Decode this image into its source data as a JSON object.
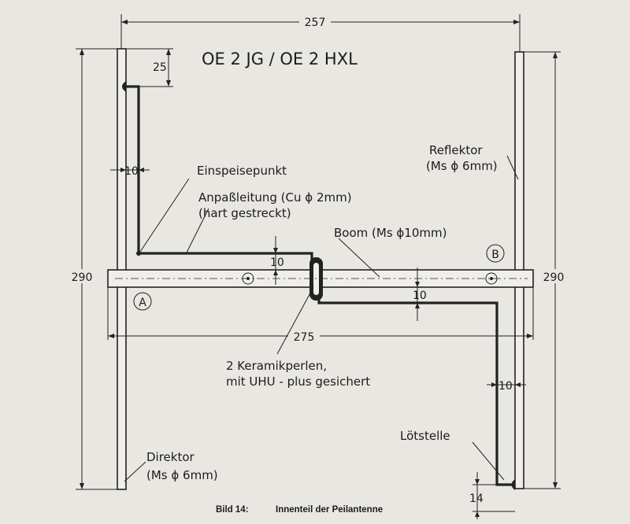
{
  "title": "OE 2 JG / OE 2 HXL",
  "caption": {
    "number": "Bild 14:",
    "text": "Innenteil der Peilantenne"
  },
  "dimensions": {
    "top_width": "257",
    "mid_width": "275",
    "left_height": "290",
    "right_height": "290",
    "stub_top": "25",
    "gap_left": "10",
    "gap_boom_upper": "10",
    "gap_boom_lower": "10",
    "gap_right": "10",
    "solder_offset": "14"
  },
  "labels": {
    "einspeisepunkt": "Einspeisepunkt",
    "anpassleitung_1": "Anpaßleitung (Cu ϕ 2mm)",
    "anpassleitung_2": "(hart gestreckt)",
    "boom": "Boom (Ms ϕ10mm)",
    "reflektor_1": "Reflektor",
    "reflektor_2": "(Ms ϕ 6mm)",
    "keramik_1": "2 Keramikperlen,",
    "keramik_2": "mit UHU - plus gesichert",
    "loetstelle": "Lötstelle",
    "direktor_1": "Direktor",
    "direktor_2": "(Ms ϕ 6mm)"
  },
  "markers": {
    "a": "A",
    "b": "B"
  }
}
